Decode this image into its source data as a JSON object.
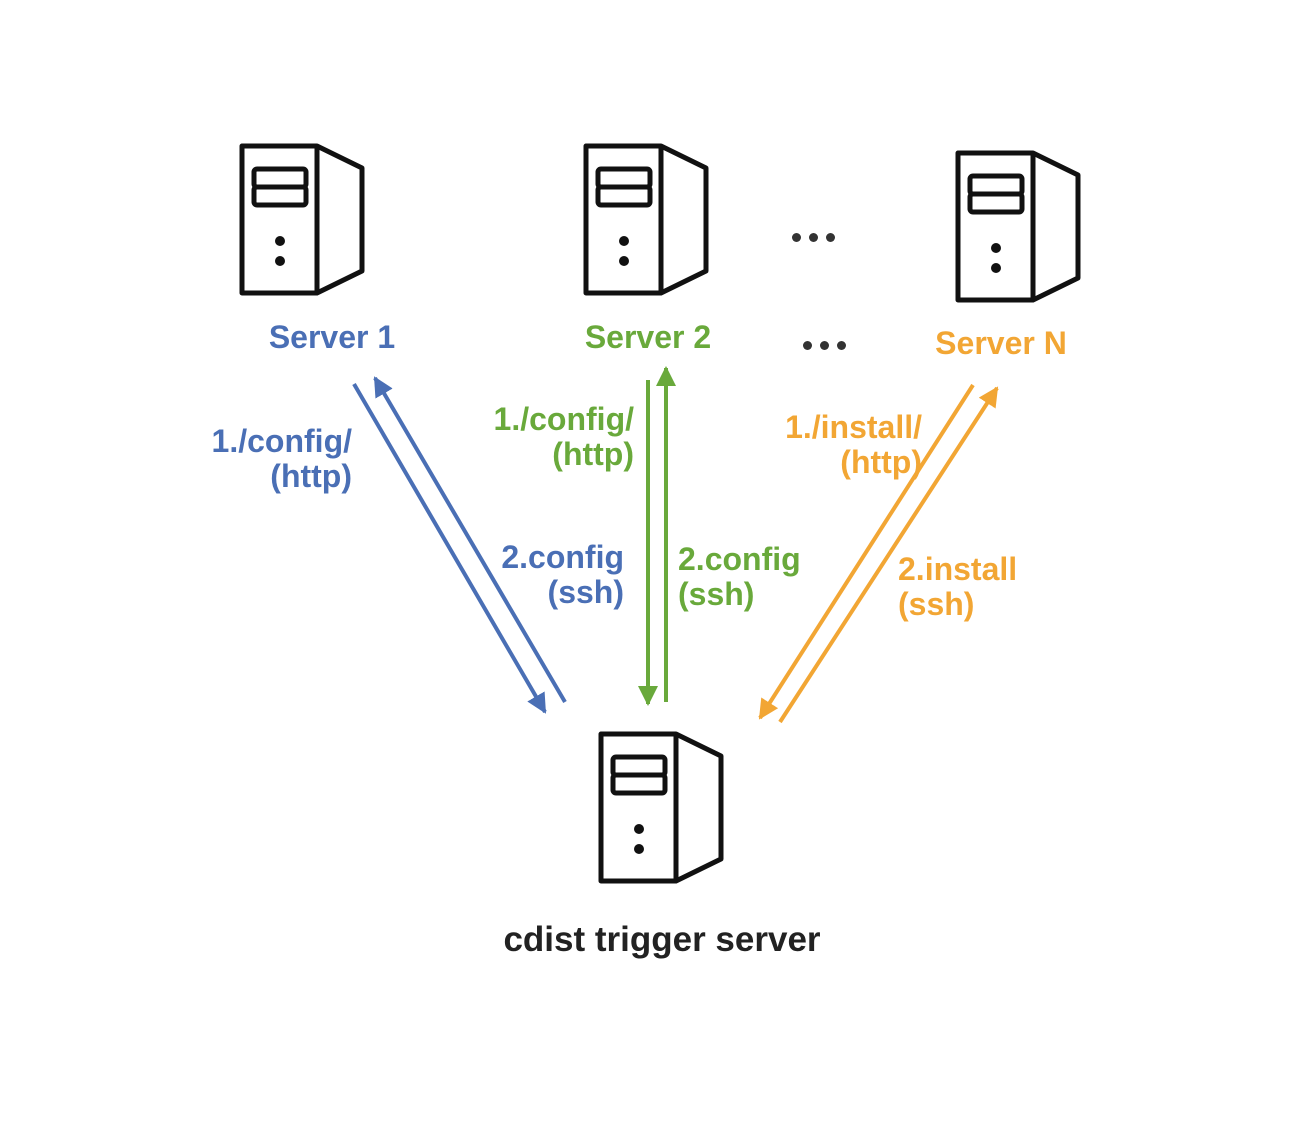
{
  "colors": {
    "server1": "#4a6fb5",
    "server2": "#69a93b",
    "serverN": "#f2a634",
    "trigger": "#222222",
    "icon": "#111111"
  },
  "icon": "server-tower-icon",
  "servers": {
    "s1": {
      "label": "Server 1"
    },
    "s2": {
      "label": "Server 2"
    },
    "sn": {
      "label": "Server N"
    },
    "trigger": {
      "label": "cdist trigger server"
    }
  },
  "links": {
    "s1": {
      "up": [
        "1./config/",
        "(http)"
      ],
      "down": [
        "2.config",
        "(ssh)"
      ]
    },
    "s2": {
      "up": [
        "1./config/",
        "(http)"
      ],
      "down": [
        "2.config",
        "(ssh)"
      ]
    },
    "sn": {
      "up": [
        "1./install/",
        "(http)"
      ],
      "down": [
        "2.install",
        "(ssh)"
      ]
    }
  }
}
